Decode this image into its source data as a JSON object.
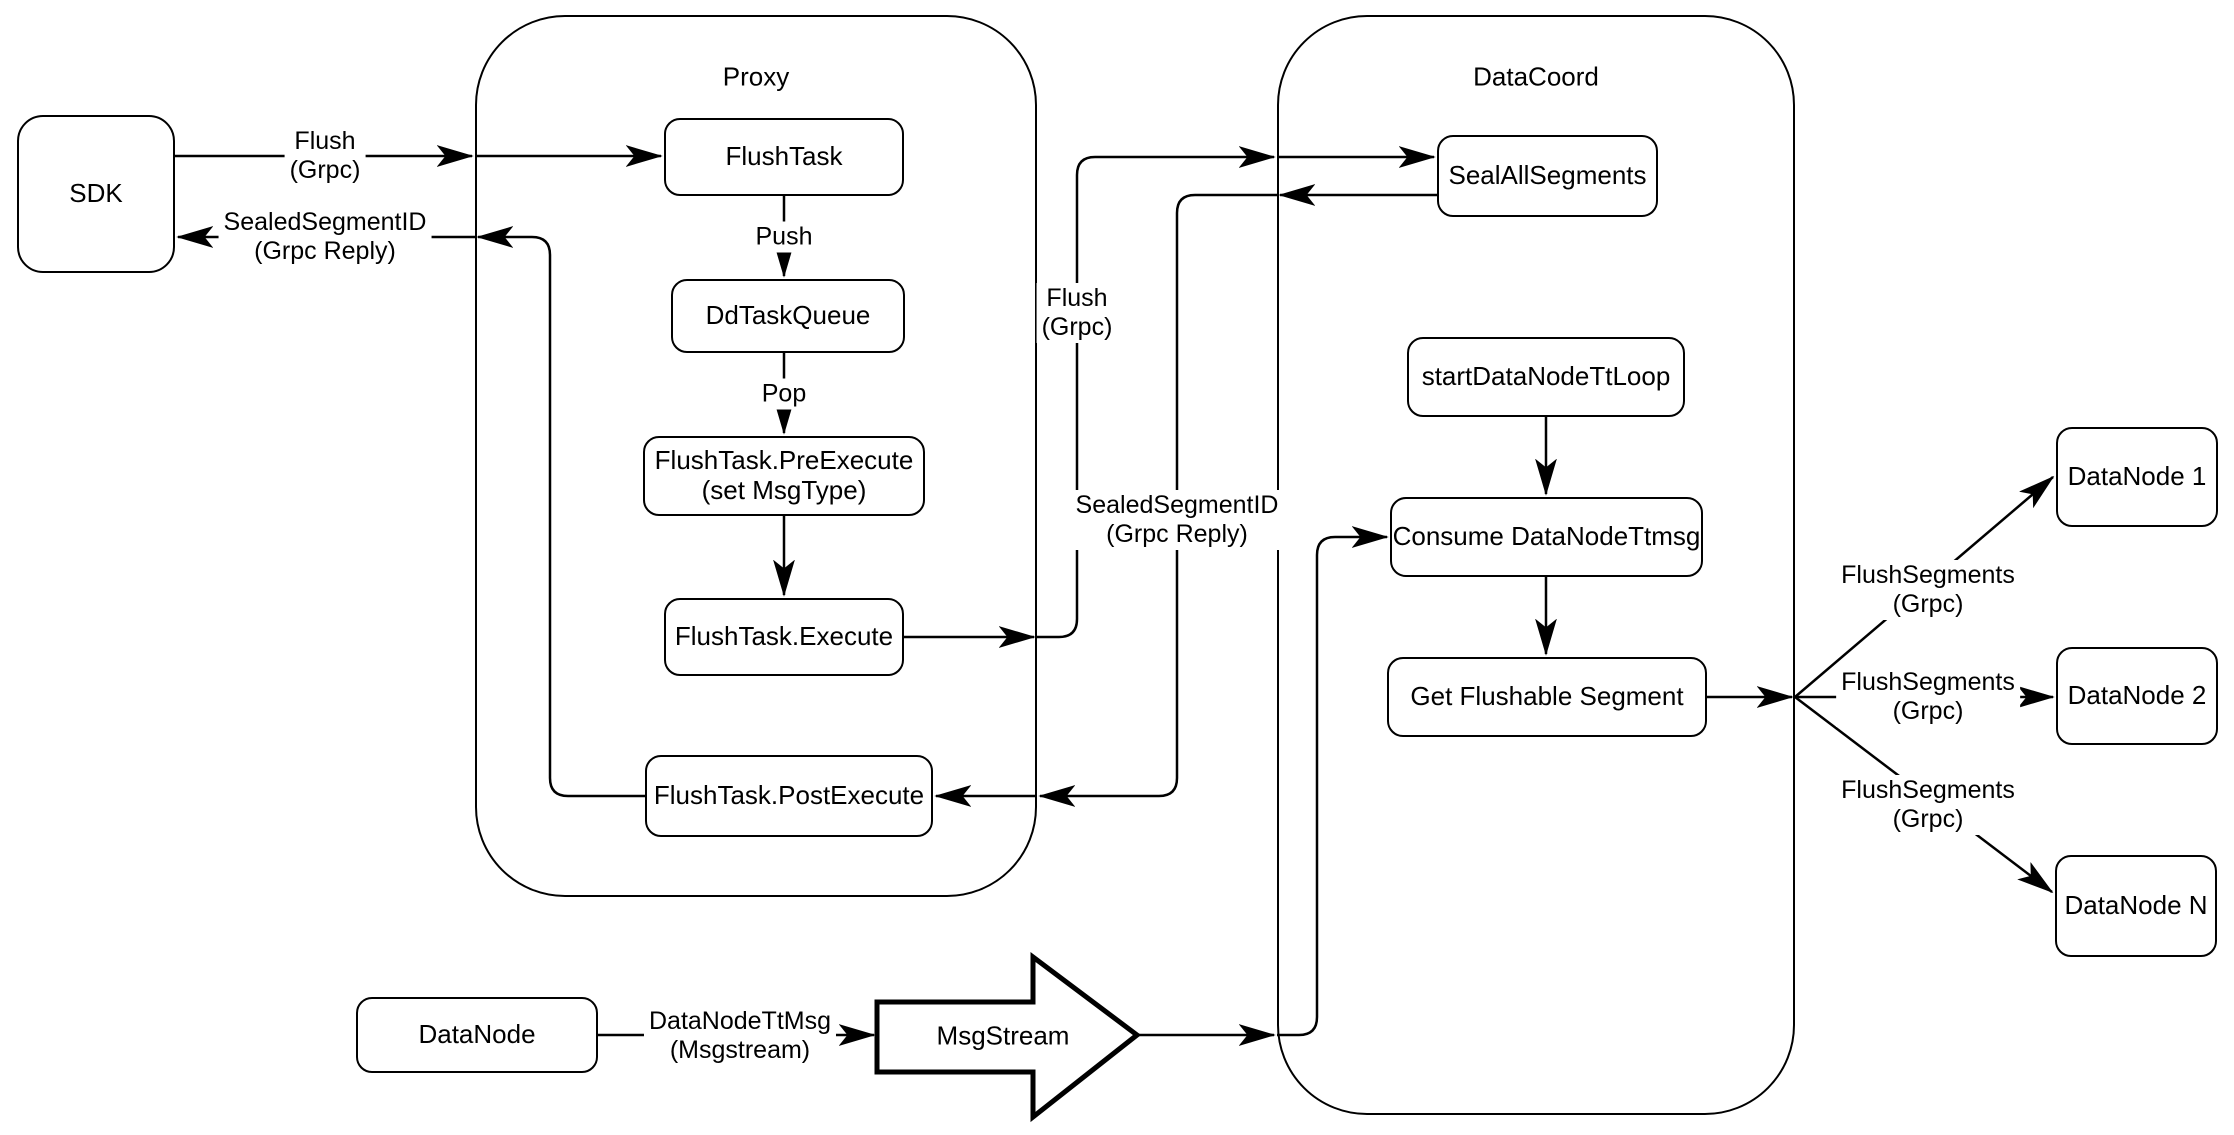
{
  "colors": {
    "stroke": "#000000",
    "background": "#ffffff",
    "text": "#000000"
  },
  "containers": {
    "proxy": {
      "title": "Proxy"
    },
    "datacoord": {
      "title": "DataCoord"
    }
  },
  "nodes": {
    "sdk": {
      "label": "SDK"
    },
    "flush_task": {
      "label": "FlushTask"
    },
    "dd_task_queue": {
      "label": "DdTaskQueue"
    },
    "pre_execute": {
      "line1": "FlushTask.PreExecute",
      "line2": "(set MsgType)"
    },
    "execute": {
      "label": "FlushTask.Execute"
    },
    "post_execute": {
      "label": "FlushTask.PostExecute"
    },
    "seal_all_segments": {
      "label": "SealAllSegments"
    },
    "start_data_node_tt_loop": {
      "label": "startDataNodeTtLoop"
    },
    "consume_data_node_ttmsg": {
      "label": "Consume DataNodeTtmsg"
    },
    "get_flushable_segment": {
      "label": "Get Flushable Segment"
    },
    "datanode_1": {
      "label": "DataNode 1"
    },
    "datanode_2": {
      "label": "DataNode 2"
    },
    "datanode_n": {
      "label": "DataNode N"
    },
    "datanode": {
      "label": "DataNode"
    },
    "msgstream": {
      "label": "MsgStream"
    }
  },
  "edge_labels": {
    "sdk_flush": {
      "line1": "Flush",
      "line2": "(Grpc)"
    },
    "sdk_reply": {
      "line1": "SealedSegmentID",
      "line2": "(Grpc Reply)"
    },
    "push": {
      "label": "Push"
    },
    "pop": {
      "label": "Pop"
    },
    "coord_flush": {
      "line1": "Flush",
      "line2": "(Grpc)"
    },
    "coord_reply": {
      "line1": "SealedSegmentID",
      "line2": "(Grpc Reply)"
    },
    "flush_segments_1": {
      "line1": "FlushSegments",
      "line2": "(Grpc)"
    },
    "flush_segments_2": {
      "line1": "FlushSegments",
      "line2": "(Grpc)"
    },
    "flush_segments_3": {
      "line1": "FlushSegments",
      "line2": "(Grpc)"
    },
    "datanode_tt_msg": {
      "line1": "DataNodeTtMsg",
      "line2": "(Msgstream)"
    }
  }
}
